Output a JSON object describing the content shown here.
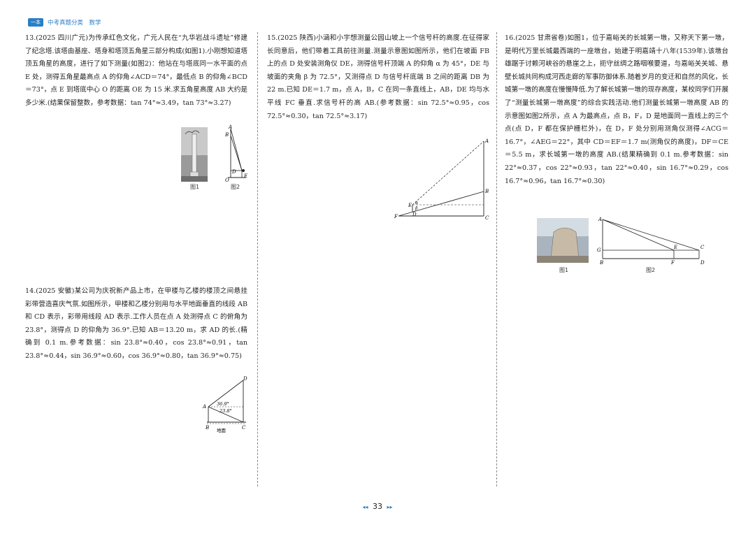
{
  "header": {
    "logo": "一本",
    "text": "中考真题分类　数学"
  },
  "q13": {
    "text": "13.(2025 四川广元)为传承红色文化，广元人民在“九华岩战斗遗址”修建了纪念塔.该塔由基座、塔身和塔顶五角星三部分构成(如图1).小刚想知道塔顶五角星的高度，进行了如下测量(如图2)：他站在与塔底同一水平面的点 E 处，测得五角星最高点 A 的仰角∠ACD＝74°，最低点 B 的仰角∠BCD＝73°，点 E 到塔底中心 O 的距离 OE 为 15 米.求五角星高度 AB 大约是多少米.(结果保留整数，参考数据：tan 74°≈3.49，tan 73°≈3.27)",
    "fig1": "图1",
    "fig2": "图2"
  },
  "q14": {
    "text": "14.(2025 安徽)某公司为庆祝新产品上市，在甲楼与乙楼的楼顶之间悬挂彩带营造喜庆气氛.如图所示，甲楼和乙楼分别用与水平地面垂直的线段 AB 和 CD 表示，彩带用线段 AD 表示.工作人员在点 A 处测得点 C 的俯角为 23.8°，测得点 D 的仰角为 36.9°.已知 AB＝13.20 m，求 AD 的长.(精确到 0.1 m.参考数据：sin 23.8°≈0.40，cos 23.8°≈0.91，tan 23.8°≈0.44，sin 36.9°≈0.60，cos 36.9°≈0.80，tan 36.9°≈0.75)",
    "angle1": "36.9°",
    "angle2": "23.8°",
    "ground": "地面"
  },
  "q15": {
    "text": "15.(2025 陕西)小涵和小宇想测量公园山坡上一个信号杆的高度.在征得家长同意后，他们带着工具前往测量.测量示意图如图所示，他们在坡面 FB 上的点 D 处安装测角仪 DE，测得信号杆顶端 A 的仰角 α 为 45°，DE 与坡面的夹角 β 为 72.5°，又测得点 D 与信号杆底端 B 之间的距离 DB 为 22 m.已知 DE＝1.7 m，点 A，B，C 在同一条直线上，AB，DE 均与水平线 FC 垂直.求信号杆的高 AB.(参考数据：sin 72.5°≈0.95，cos 72.5°≈0.30，tan 72.5°≈3.17)"
  },
  "q16": {
    "text": "16.(2025 甘肃省卷)如图1，位于嘉峪关的长城第一墩，又称天下第一墩，是明代万里长城最西端的一座墩台，始建于明嘉靖十八年(1539年).该墩台雄踞于讨赖河峡谷的悬崖之上，扼守丝绸之路咽喉要道，与嘉峪关关城、悬壁长城共同构成河西走廊的军事防御体系.随着岁月的变迁和自然的风化，长城第一墩的高度在慢慢降低.为了解长城第一墩的现存高度，某校同学们开展了“测量长城第一墩高度”的综合实践活动.他们测量长城第一墩高度 AB 的示意图如图2所示，点 A 为最高点，点 B，F，D 是地面同一直线上的三个点(点 D，F 都在保护栅栏外)，在 D，F 处分别用测角仪测得∠ACG＝16.7°，∠AEG＝22°，其中 CD＝EF＝1.7 m(测角仪的高度)，DF＝CE＝5.5 m，求长城第一墩的高度 AB.(结果精确到 0.1 m.参考数据：sin 22°≈0.37，cos 22°≈0.93，tan 22°≈0.40，sin 16.7°≈0.29，cos 16.7°≈0.96，tan 16.7°≈0.30)",
    "fig1": "图1",
    "fig2": "图2"
  },
  "page_number": "33",
  "page_arrows": {
    "left": "◂◂",
    "right": "▸▸"
  }
}
